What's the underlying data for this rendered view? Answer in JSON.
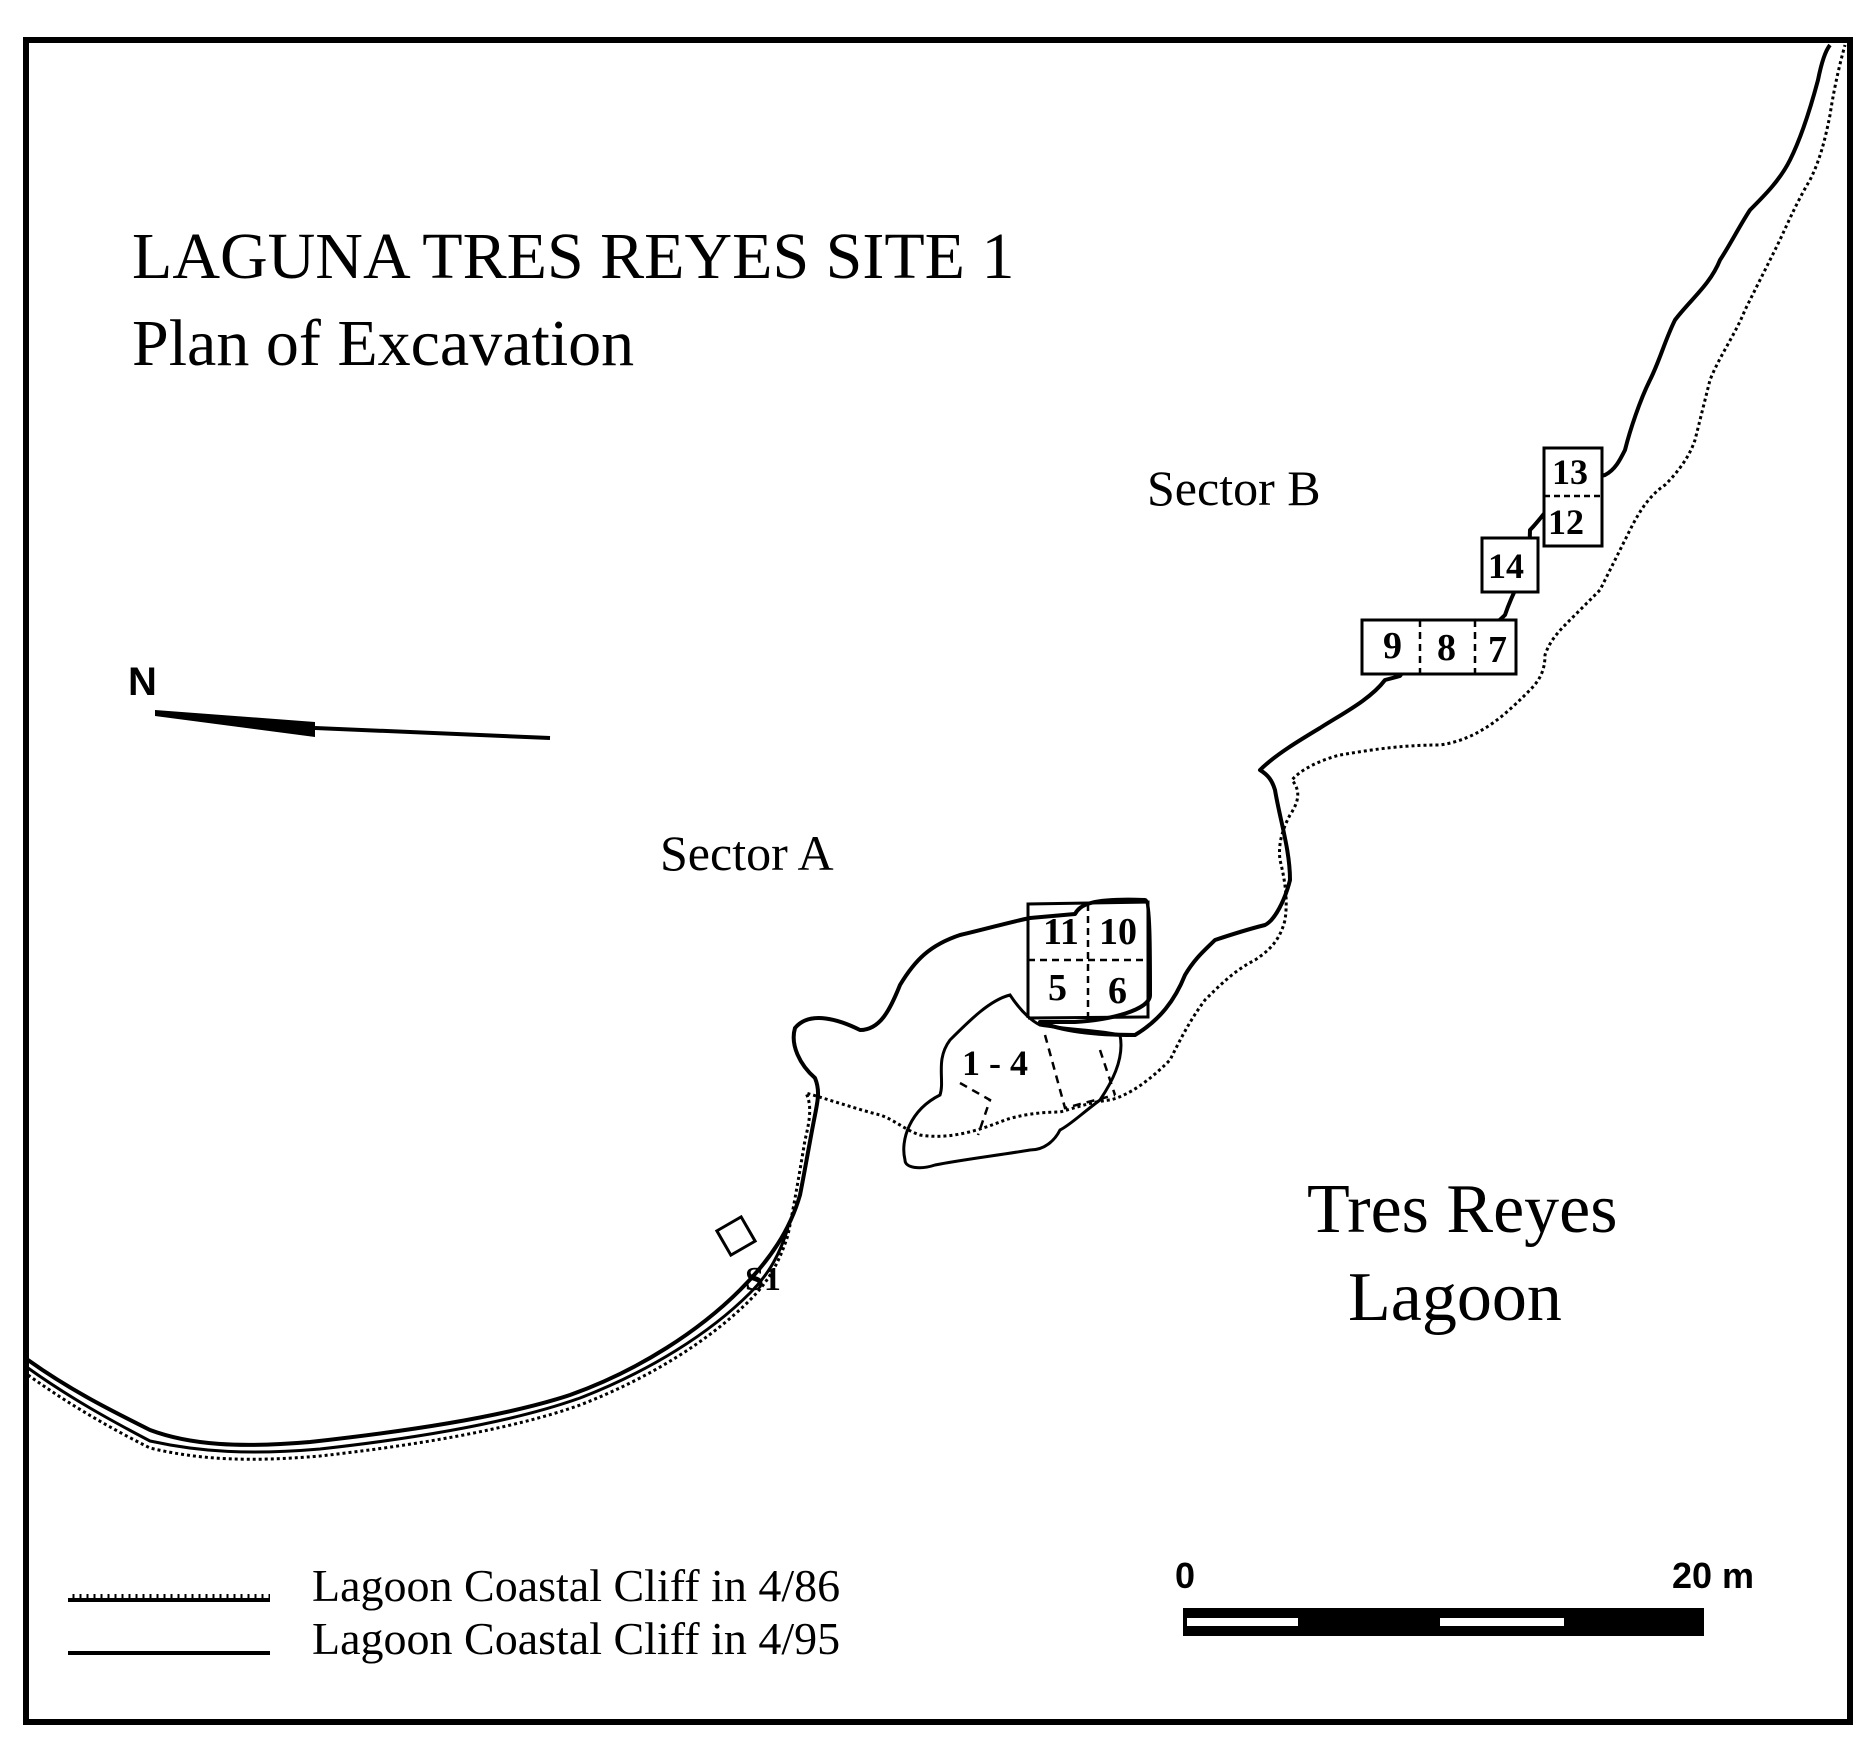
{
  "title": {
    "line1": "LAGUNA TRES REYES SITE 1",
    "line2": "Plan of Excavation"
  },
  "north_arrow": {
    "label": "N",
    "icon": "north-arrow-icon"
  },
  "sectors": {
    "a": "Sector A",
    "b": "Sector B"
  },
  "lagoon": {
    "line1": "Tres Reyes",
    "line2": "Lagoon"
  },
  "units": {
    "u13": "13",
    "u12": "12",
    "u14": "14",
    "u9": "9",
    "u8": "8",
    "u7": "7",
    "u11": "11",
    "u10": "10",
    "u5": "5",
    "u6": "6",
    "u1_4": "1 - 4",
    "s1": "S1"
  },
  "legend": {
    "cliff_1986": "Lagoon Coastal Cliff in 4/86",
    "cliff_1995": "Lagoon Coastal Cliff in 4/95"
  },
  "scale_bar": {
    "start": "0",
    "end": "20 m",
    "length_m": 20
  },
  "colors": {
    "ink": "#000000",
    "paper": "#ffffff"
  }
}
